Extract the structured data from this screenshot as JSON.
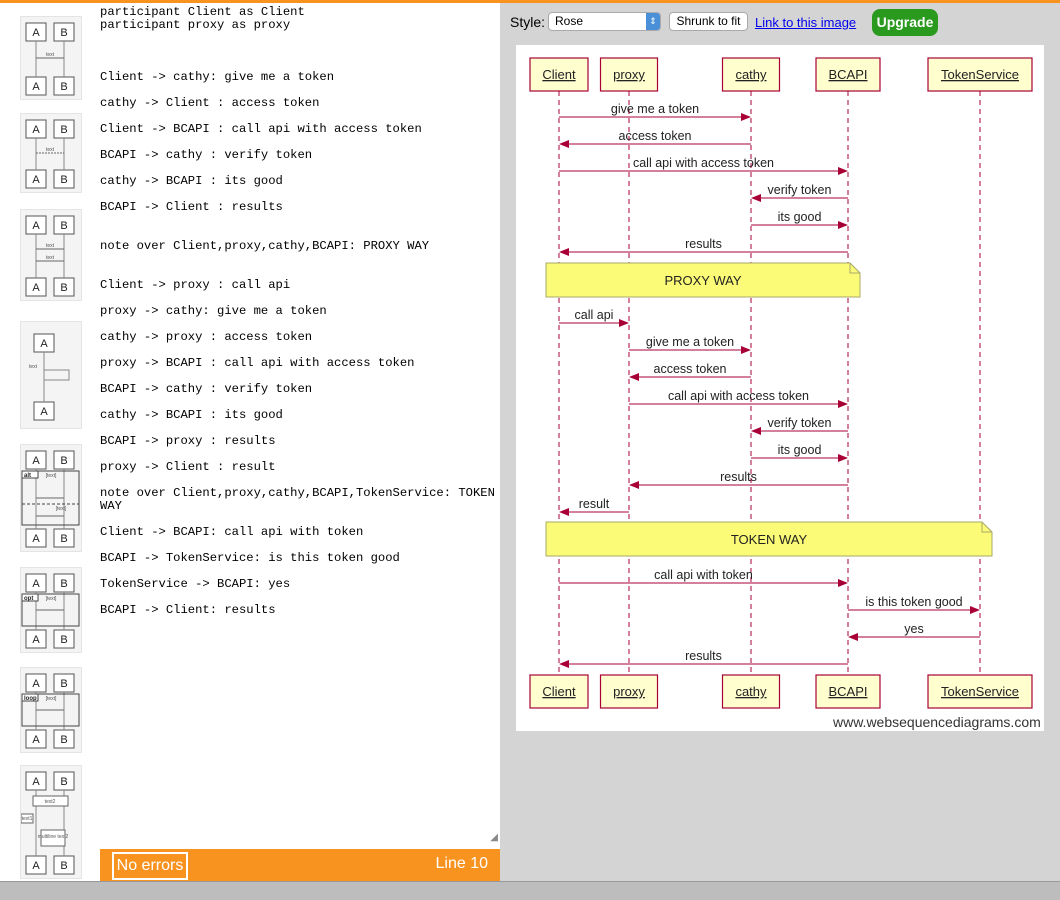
{
  "editor": {
    "lines": [
      "participant Client as Client",
      "participant proxy as proxy",
      "Client -> cathy: give me a token",
      "cathy -> Client : access token",
      "Client -> BCAPI : call api with access token",
      "BCAPI -> cathy : verify token",
      "cathy -> BCAPI : its good",
      "BCAPI -> Client : results",
      "note over Client,proxy,cathy,BCAPI: PROXY WAY",
      "Client -> proxy : call api",
      "proxy -> cathy: give me a token",
      "cathy -> proxy : access token",
      "proxy -> BCAPI : call api with access token",
      "BCAPI -> cathy : verify token",
      "cathy -> BCAPI : its good",
      "BCAPI -> proxy : results",
      "proxy -> Client : result",
      "note over Client,proxy,cathy,BCAPI,TokenService: TOKEN",
      "WAY",
      "Client -> BCAPI: call api with token",
      "BCAPI -> TokenService: is this token good",
      "TokenService -> BCAPI: yes",
      "BCAPI -> Client: results"
    ]
  },
  "palette": {
    "item_labels": [
      "A",
      "B",
      "text",
      "alt",
      "[text]",
      "opt",
      "loop",
      "text1",
      "text2",
      "multiline text2"
    ]
  },
  "status": {
    "errors": "No errors",
    "line": "Line 10"
  },
  "toolbar": {
    "style_label": "Style:",
    "style_value": "Rose",
    "shrunk_button": "Shrunk to fit",
    "link_text": "Link to this image",
    "upgrade_button": "Upgrade"
  },
  "diagram": {
    "participants": [
      "Client",
      "proxy",
      "cathy",
      "BCAPI",
      "TokenService"
    ],
    "messages": [
      {
        "from": "Client",
        "to": "cathy",
        "label": "give me a token"
      },
      {
        "from": "cathy",
        "to": "Client",
        "label": "access token"
      },
      {
        "from": "Client",
        "to": "BCAPI",
        "label": "call api with access token"
      },
      {
        "from": "BCAPI",
        "to": "cathy",
        "label": "verify token"
      },
      {
        "from": "cathy",
        "to": "BCAPI",
        "label": "its good"
      },
      {
        "from": "BCAPI",
        "to": "Client",
        "label": "results"
      },
      {
        "note": "PROXY WAY",
        "over": [
          "Client",
          "BCAPI"
        ]
      },
      {
        "from": "Client",
        "to": "proxy",
        "label": "call api"
      },
      {
        "from": "proxy",
        "to": "cathy",
        "label": "give me a token"
      },
      {
        "from": "cathy",
        "to": "proxy",
        "label": "access token"
      },
      {
        "from": "proxy",
        "to": "BCAPI",
        "label": "call api with access token"
      },
      {
        "from": "BCAPI",
        "to": "cathy",
        "label": "verify token"
      },
      {
        "from": "cathy",
        "to": "BCAPI",
        "label": "its good"
      },
      {
        "from": "BCAPI",
        "to": "proxy",
        "label": "results"
      },
      {
        "from": "proxy",
        "to": "Client",
        "label": "result"
      },
      {
        "note": "TOKEN WAY",
        "over": [
          "Client",
          "TokenService"
        ]
      },
      {
        "from": "Client",
        "to": "BCAPI",
        "label": "call api with token"
      },
      {
        "from": "BCAPI",
        "to": "TokenService",
        "label": "is this token good"
      },
      {
        "from": "TokenService",
        "to": "BCAPI",
        "label": "yes"
      },
      {
        "from": "BCAPI",
        "to": "Client",
        "label": "results"
      }
    ],
    "watermark": "www.websequencediagrams.com",
    "colors": {
      "arrow": "#a80036",
      "box_fill": "#fefece",
      "note_fill": "#fbfb77",
      "lifeline": "#a80036"
    }
  }
}
